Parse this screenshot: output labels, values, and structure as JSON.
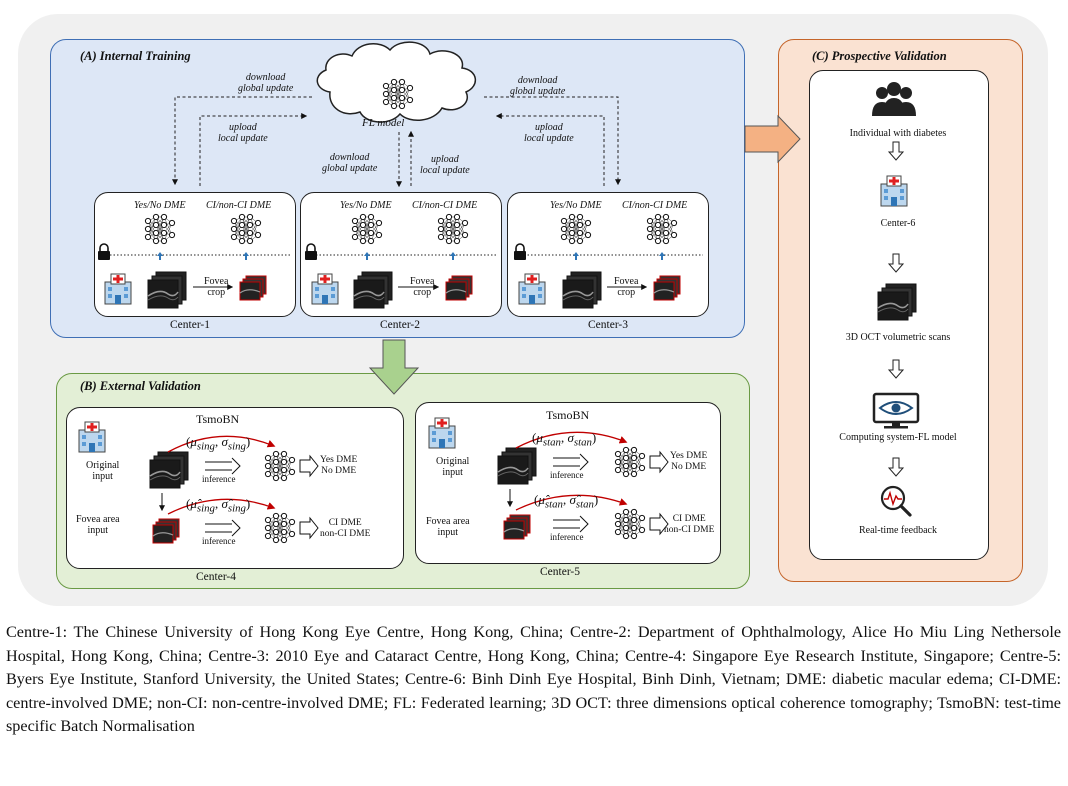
{
  "panels": {
    "a": {
      "title": "(A) Internal Training"
    },
    "b": {
      "title": "(B) External Validation"
    },
    "c": {
      "title": "(C) Prospective Validation"
    }
  },
  "fl": {
    "model_label": "FL model",
    "download": [
      "download",
      "global update"
    ],
    "upload": [
      "upload",
      "local update"
    ]
  },
  "centers_a": [
    {
      "name": "Center-1",
      "model1": "Yes/No DME",
      "model2": "CI/non-CI DME",
      "crop": [
        "Fovea",
        "crop"
      ]
    },
    {
      "name": "Center-2",
      "model1": "Yes/No DME",
      "model2": "CI/non-CI DME",
      "crop": [
        "Fovea",
        "crop"
      ]
    },
    {
      "name": "Center-3",
      "model1": "Yes/No DME",
      "model2": "CI/non-CI DME",
      "crop": [
        "Fovea",
        "crop"
      ]
    }
  ],
  "external": [
    {
      "name": "Center-4",
      "method": "TsmoBN",
      "original": [
        "Original",
        "input"
      ],
      "fovea": [
        "Fovea area",
        "input"
      ],
      "inference": "inference",
      "out1": [
        "Yes DME",
        "No DME"
      ],
      "out2": [
        "CI DME",
        "non-CI DME"
      ],
      "stat1": "sing",
      "stat2": "sing"
    },
    {
      "name": "Center-5",
      "method": "TsmoBN",
      "original": [
        "Original",
        "input"
      ],
      "fovea": [
        "Fovea area",
        "input"
      ],
      "inference": "inference",
      "out1": [
        "Yes DME",
        "No DME"
      ],
      "out2": [
        "CI DME",
        "non-CI DME"
      ],
      "stat1": "stan",
      "stat2": "stan"
    }
  ],
  "prospective": {
    "steps": [
      "Individual with diabetes",
      "Center-6",
      "3D OCT volumetric scans",
      "Computing system-FL model",
      "Real-time feedback"
    ],
    "icons": [
      "people-icon",
      "hospital-icon",
      "oct-scan-icon",
      "monitor-eye-icon",
      "heartbeat-search-icon"
    ]
  },
  "caption": "Centre-1: The Chinese University of Hong Kong Eye Centre, Hong Kong, China; Centre-2: Department of Ophthalmology, Alice Ho Miu Ling Nethersole Hospital, Hong Kong, China; Centre-3: 2010 Eye and Cataract Centre, Hong Kong, China; Centre-4: Singapore Eye Research Institute, Singapore; Centre-5: Byers Eye Institute, Stanford University, the United States; Centre-6: Binh Dinh Eye Hospital, Binh Dinh, Vietnam; DME: diabetic macular edema; CI-DME: centre-involved DME; non-CI: non-centre-involved DME; FL: Federated learning; 3D OCT: three dimensions optical coherence tomography; TsmoBN: test-time specific Batch Normalisation",
  "colors": {
    "panel_a": "#dde7f6",
    "panel_b": "#e3efd6",
    "panel_c": "#fae2d2",
    "arrow_orange": "#f4b183",
    "arrow_green": "#a9d18e",
    "stat_arrow": "#c00000"
  }
}
